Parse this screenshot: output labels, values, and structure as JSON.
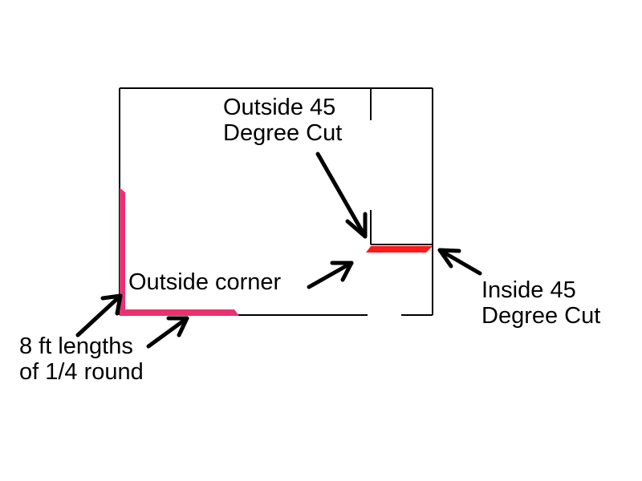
{
  "labels": {
    "outside_cut": {
      "line1": "Outside 45",
      "line2": "Degree Cut"
    },
    "outside_corner": "Outside corner",
    "inside_cut": {
      "line1": "Inside 45",
      "line2": "Degree Cut"
    },
    "lengths": {
      "line1": "8 ft lengths",
      "line2": "of 1/4 round"
    }
  },
  "colors": {
    "outline": "#000000",
    "quarter_round_left": "#e8336e",
    "quarter_round_right": "#ff1a1a",
    "background": "#ffffff"
  },
  "icons": {
    "arrow": "arrow-icon"
  }
}
